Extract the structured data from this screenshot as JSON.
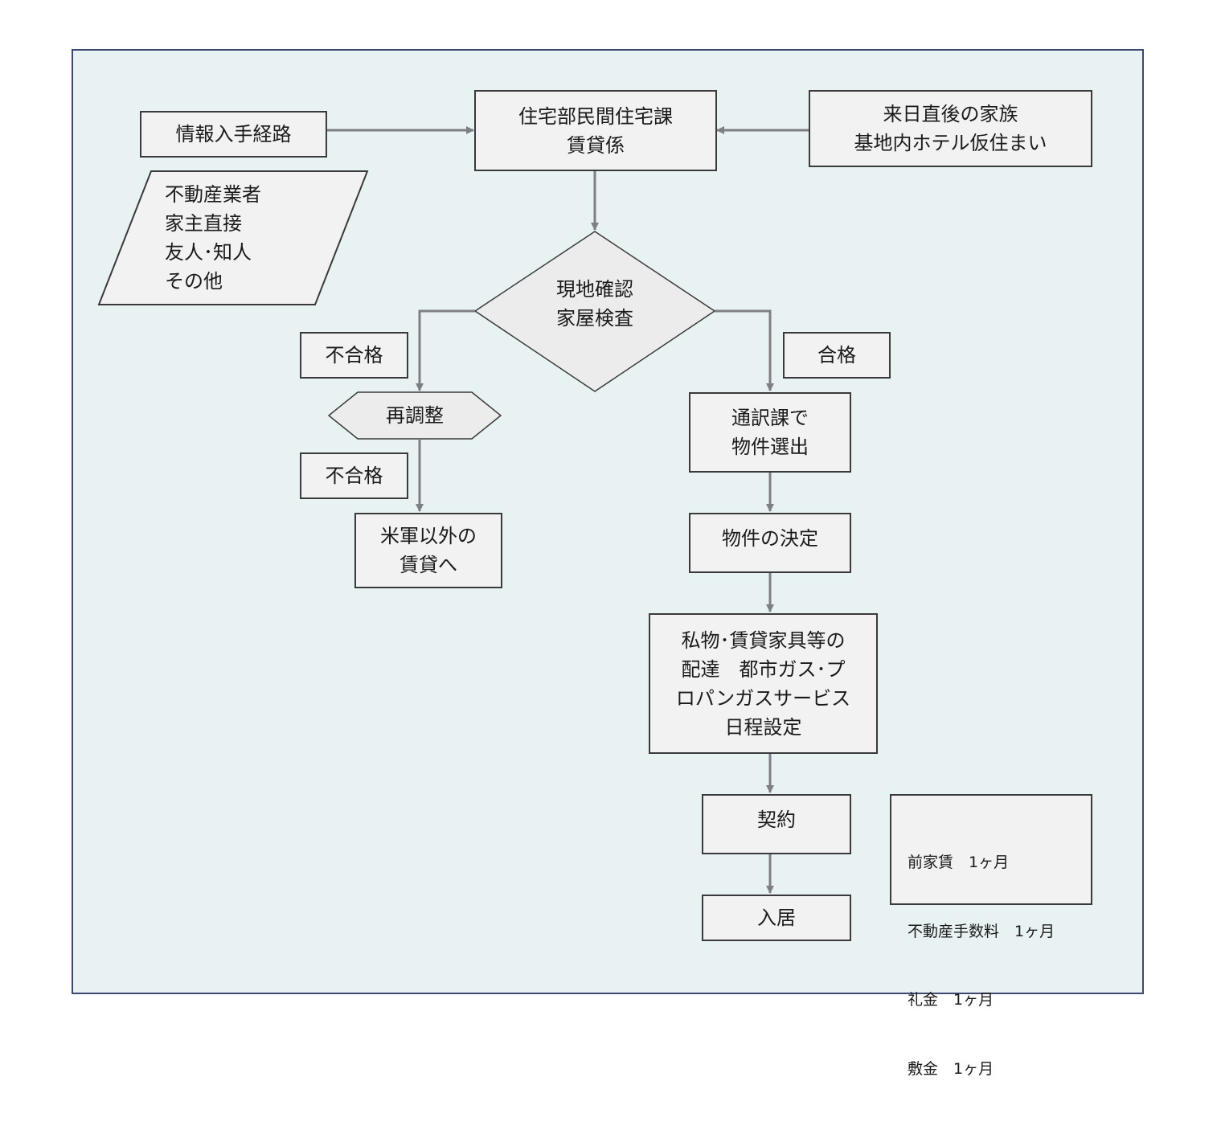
{
  "diagram": {
    "source_label": "情報入手経路",
    "sources": [
      "不動産業者",
      "家主直接",
      "友人･知人",
      "その他"
    ],
    "office": [
      "住宅部民間住宅課",
      "賃貸係"
    ],
    "new_arrivals": [
      "来日直後の家族",
      "基地内ホテル仮住まい"
    ],
    "inspection": [
      "現地確認",
      "家屋検査"
    ],
    "fail_label_1": "不合格",
    "readjust": "再調整",
    "fail_label_2": "不合格",
    "non_military": [
      "米軍以外の",
      "賃貸へ"
    ],
    "pass_label": "合格",
    "selection": [
      "通訳課で",
      "物件選出"
    ],
    "decision": "物件の決定",
    "delivery": [
      "私物･賃貸家具等の",
      "配達　都市ガス･プ",
      "ロパンガスサービス",
      "日程設定"
    ],
    "contract": "契約",
    "move_in": "入居",
    "fees": [
      "前家賃　1ヶ月",
      "不動産手数料　1ヶ月",
      "礼金　1ヶ月",
      "敷金　1ヶ月"
    ]
  }
}
